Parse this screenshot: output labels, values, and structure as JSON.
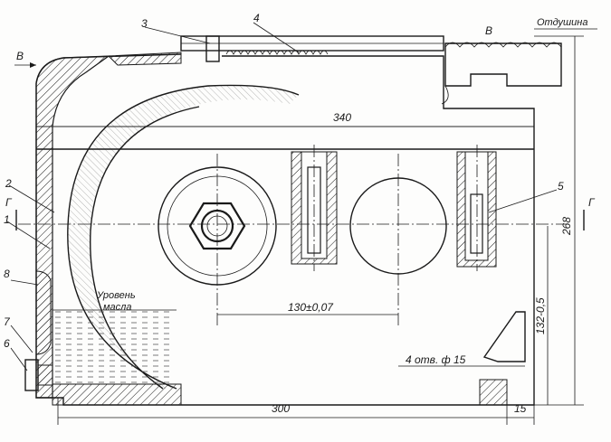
{
  "labels": {
    "l1": "1",
    "l2": "2",
    "l3": "3",
    "l4": "4",
    "l5": "5",
    "l6": "6",
    "l7": "7",
    "l8": "8",
    "section_B_left": "В",
    "section_B_detail": "В",
    "section_G_left": "Г",
    "section_G_right": "Г",
    "vent": "Отдушина",
    "oil_level_1": "Уровень",
    "oil_level_2": "масла"
  },
  "dimensions": {
    "width_top": "340",
    "width_bottom": "300",
    "flange": "15",
    "height_total": "268",
    "height_axis": "132-0,5",
    "bore_spacing": "130±0,07",
    "holes": "4 отв. ф 15"
  }
}
